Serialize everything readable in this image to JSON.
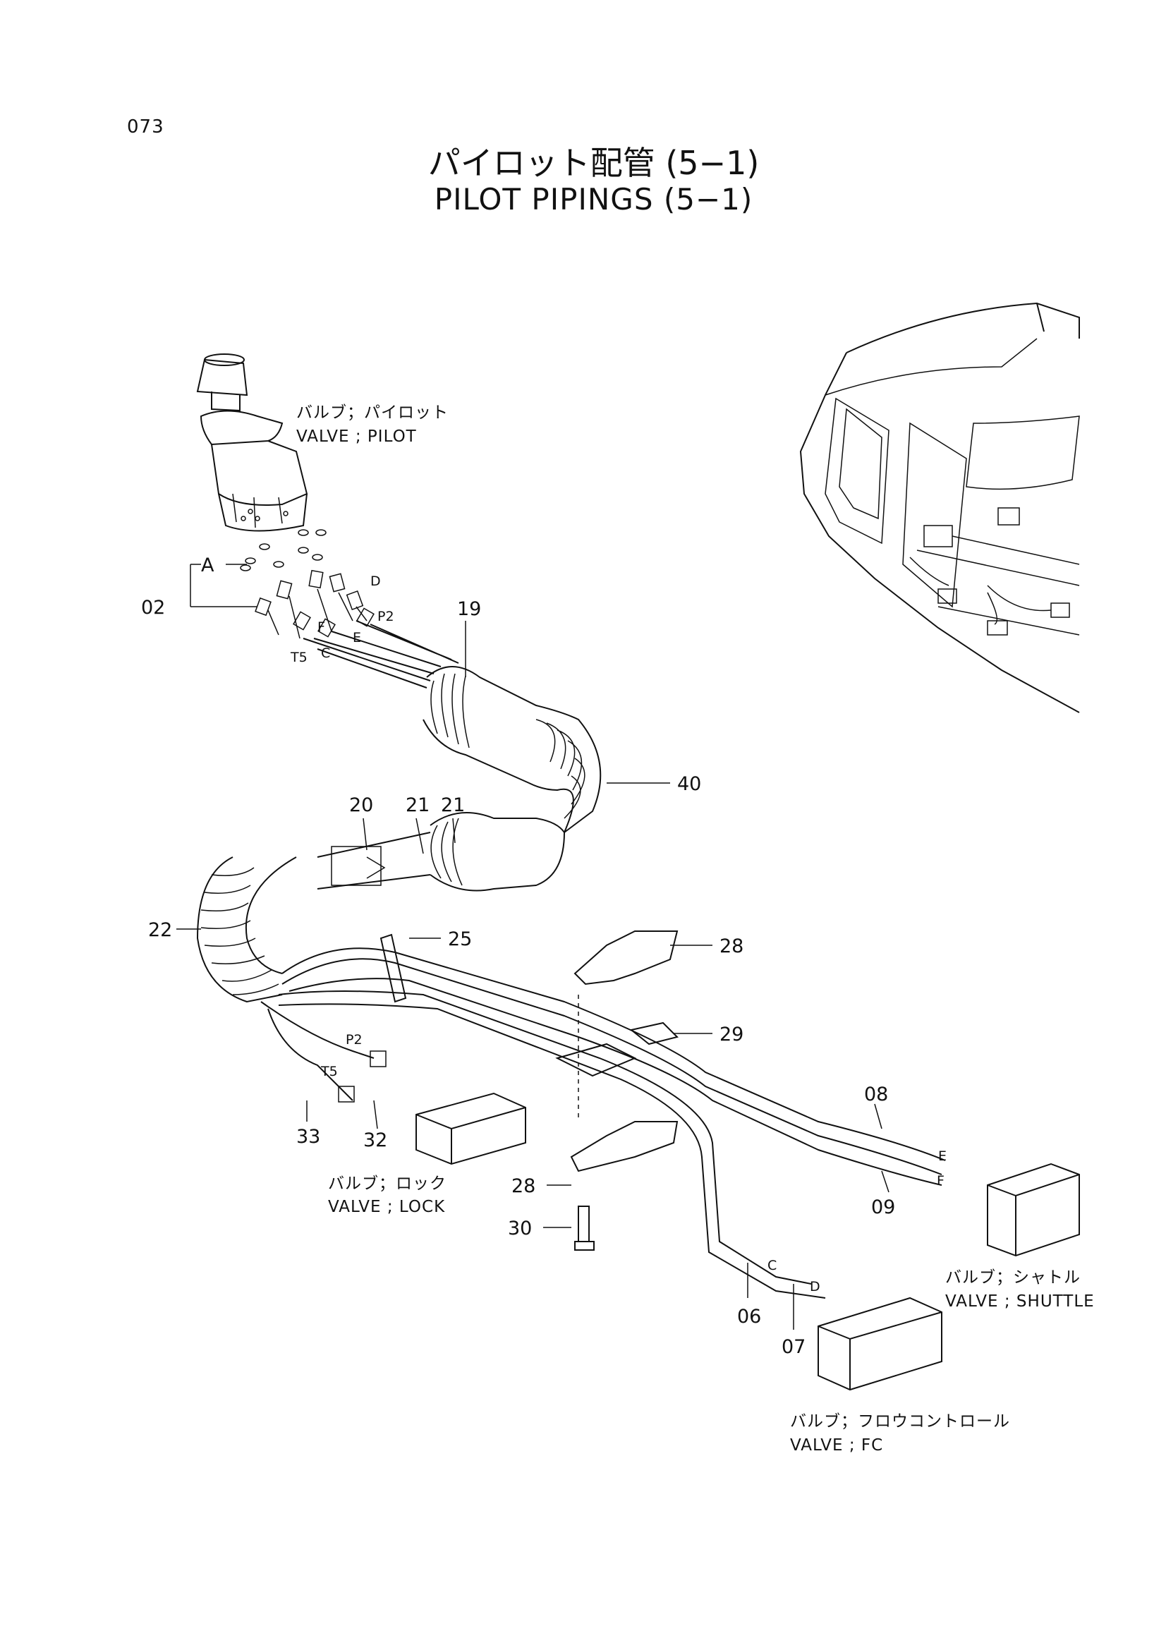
{
  "page_number": "073",
  "title_jp": "パイロット配管 (5−1)",
  "title_en": "PILOT PIPINGS (5−1)",
  "components": {
    "pilot_valve": {
      "label_jp": "バルブ；パイロット",
      "label_en": "VALVE ; PILOT"
    },
    "lock_valve": {
      "label_jp": "バルブ；ロック",
      "label_en": "VALVE ; LOCK"
    },
    "shuttle_valve": {
      "label_jp": "バルブ；シャトル",
      "label_en": "VALVE ; SHUTTLE"
    },
    "fc_valve": {
      "label_jp": "バルブ；フロウコントロール",
      "label_en": "VALVE ; FC"
    }
  },
  "callouts": {
    "p02": "02",
    "p19": "19",
    "p40": "40",
    "p20": "20",
    "p21a": "21",
    "p21b": "21",
    "p22": "22",
    "p25": "25",
    "p28a": "28",
    "p29": "29",
    "p08": "08",
    "p09": "09",
    "p33": "33",
    "p32": "32",
    "p28b": "28",
    "p30": "30",
    "p06": "06",
    "p07": "07"
  },
  "port_letters": {
    "A": "A",
    "D": "D",
    "P2_top": "P2",
    "F_top": "F",
    "E_top": "E",
    "C_top": "C",
    "T5_top": "T5",
    "P2_bottom": "P2",
    "T5_bottom": "T5",
    "E_right": "E",
    "F_right": "F",
    "C_bottom": "C",
    "D_bottom": "D"
  }
}
